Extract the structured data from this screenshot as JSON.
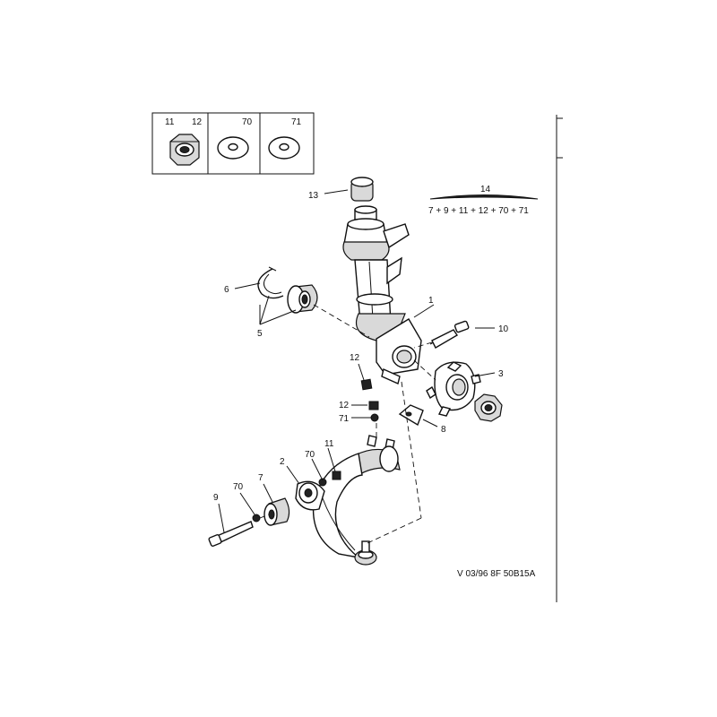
{
  "parts_box": {
    "cells": [
      {
        "label_left": "11",
        "label_right": "12",
        "icon": "nut-icon"
      },
      {
        "label": "70",
        "icon": "washer-icon"
      },
      {
        "label": "71",
        "icon": "washer-icon"
      }
    ]
  },
  "kit": {
    "number": "14",
    "formula": "7 + 9 + 11 + 12 + 70 + 71"
  },
  "callouts": {
    "c1": "1",
    "c2": "2",
    "c3": "3",
    "c5": "5",
    "c6": "6",
    "c7": "7",
    "c8": "8",
    "c9": "9",
    "c10": "10",
    "c11": "11",
    "c12a": "12",
    "c12b": "12",
    "c13": "13",
    "c70a": "70",
    "c70b": "70",
    "c71": "71"
  },
  "reference": "V 03/96 8F 50B15A"
}
